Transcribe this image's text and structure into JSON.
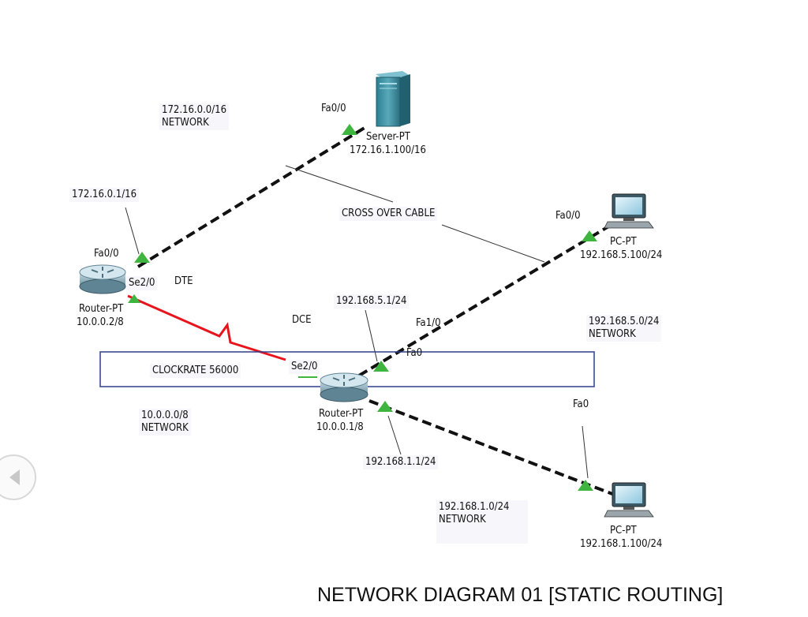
{
  "caption": "NETWORK DIAGRAM 01 [STATIC ROUTING]",
  "devices": {
    "server": {
      "name": "Server-PT",
      "ip": "172.16.1.100/16",
      "interface": "Fa0/0"
    },
    "pc1": {
      "name": "PC-PT",
      "ip": "192.168.5.100/24",
      "interface": "Fa0/0"
    },
    "pc2": {
      "name": "PC-PT",
      "ip": "192.168.1.100/24",
      "interface": "Fa0"
    },
    "router_left": {
      "name": "Router-PT",
      "ip": "10.0.0.2/8",
      "fa_interface": "Fa0/0",
      "se_interface": "Se2/0",
      "role": "DTE",
      "fa_ip": "172.16.0.1/16"
    },
    "router_center": {
      "name": "Router-PT",
      "ip": "10.0.0.1/8",
      "se_interface": "Se2/0",
      "role": "DCE",
      "fa1_interface": "Fa1/0",
      "fa1_ip": "192.168.5.1/24",
      "fa0_interface": "Fa0",
      "fa0_ip": "192.168.1.1/24"
    }
  },
  "networks": {
    "net_172": "172.16.0.0/16\nNETWORK",
    "net_192_5": "192.168.5.0/24\nNETWORK",
    "net_10": "10.0.0.0/8\nNETWORK",
    "net_192_1": "192.168.1.0/24\nNETWORK"
  },
  "annotations": {
    "cross_over": "CROSS OVER CABLE",
    "clockrate": "CLOCKRATE 56000"
  },
  "colors": {
    "serial_link": "#e8141c",
    "ethernet": "#111111",
    "port_ok": "#3fb540",
    "box_border": "#2f3f8a"
  }
}
